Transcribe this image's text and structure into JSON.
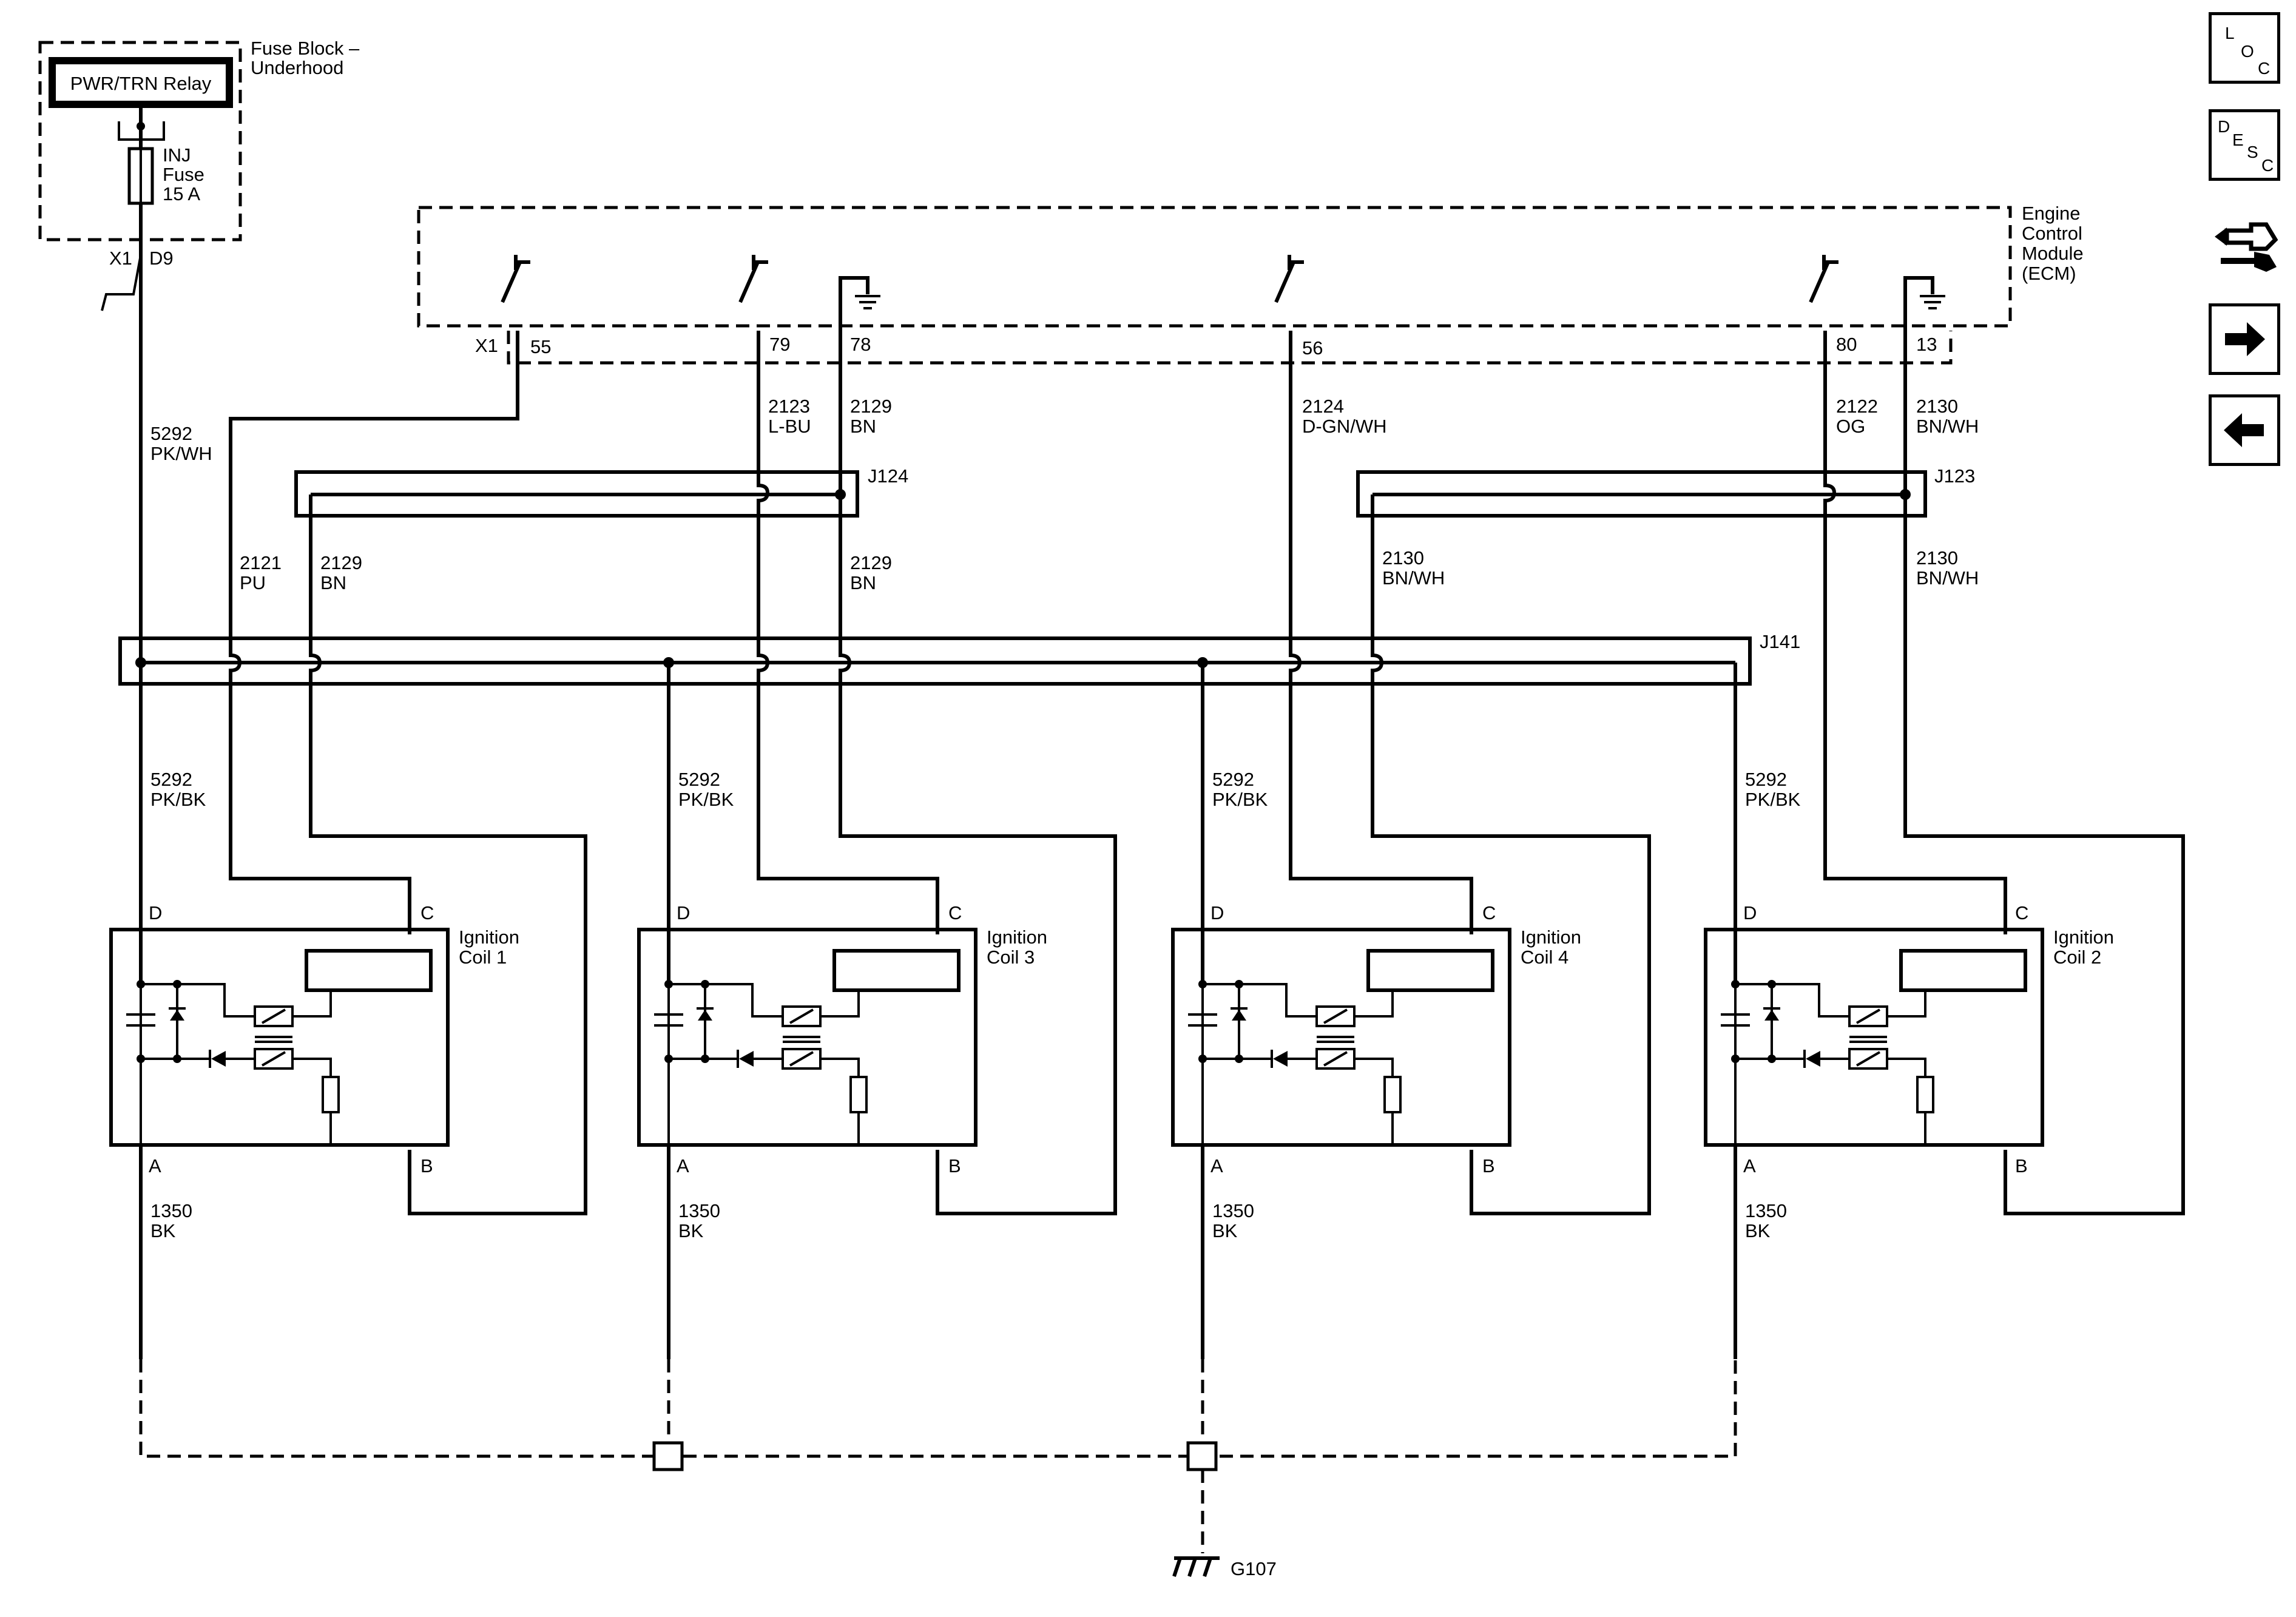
{
  "fuse_block": {
    "relay_label": "PWR/TRN Relay",
    "title_line1": "Fuse Block –",
    "title_line2": "Underhood",
    "fuse_line1": "INJ",
    "fuse_line2": "Fuse",
    "fuse_line3": "15 A",
    "connector": "X1",
    "pin": "D9"
  },
  "ecm": {
    "title_line1": "Engine",
    "title_line2": "Control",
    "title_line3": "Module",
    "title_line4": "(ECM)",
    "connector": "X1",
    "pins": [
      "55",
      "79",
      "78",
      "56",
      "80",
      "13"
    ]
  },
  "wires": {
    "w5292_pkwh_num": "5292",
    "w5292_pkwh_color": "PK/WH",
    "w2123_num": "2123",
    "w2123_color": "L-BU",
    "w2129a_num": "2129",
    "w2129a_color": "BN",
    "w2124_num": "2124",
    "w2124_color": "D-GN/WH",
    "w2122_num": "2122",
    "w2122_color": "OG",
    "w2130a_num": "2130",
    "w2130a_color": "BN/WH",
    "w2121_num": "2121",
    "w2121_color": "PU",
    "w2129b_num": "2129",
    "w2129b_color": "BN",
    "w2129c_num": "2129",
    "w2129c_color": "BN",
    "w2130b_num": "2130",
    "w2130b_color": "BN/WH",
    "w2130c_num": "2130",
    "w2130c_color": "BN/WH",
    "pkbk_num": "5292",
    "pkbk_color": "PK/BK",
    "gnd_num": "1350",
    "gnd_color": "BK"
  },
  "splices": {
    "j124": "J124",
    "j123": "J123",
    "j141": "J141"
  },
  "coils": [
    {
      "line1": "Ignition",
      "line2": "Coil 1"
    },
    {
      "line1": "Ignition",
      "line2": "Coil 3"
    },
    {
      "line1": "Ignition",
      "line2": "Coil 4"
    },
    {
      "line1": "Ignition",
      "line2": "Coil 2"
    }
  ],
  "coil_pins": {
    "d": "D",
    "c": "C",
    "a": "A",
    "b": "B"
  },
  "ground": "G107",
  "nav": {
    "loc": {
      "l": "L",
      "o": "O",
      "c": "C"
    },
    "desc": {
      "d": "D",
      "e": "E",
      "s": "S",
      "c": "C"
    },
    "icons": [
      "connector-tool-icon",
      "arrow-right-icon",
      "arrow-left-icon"
    ]
  }
}
